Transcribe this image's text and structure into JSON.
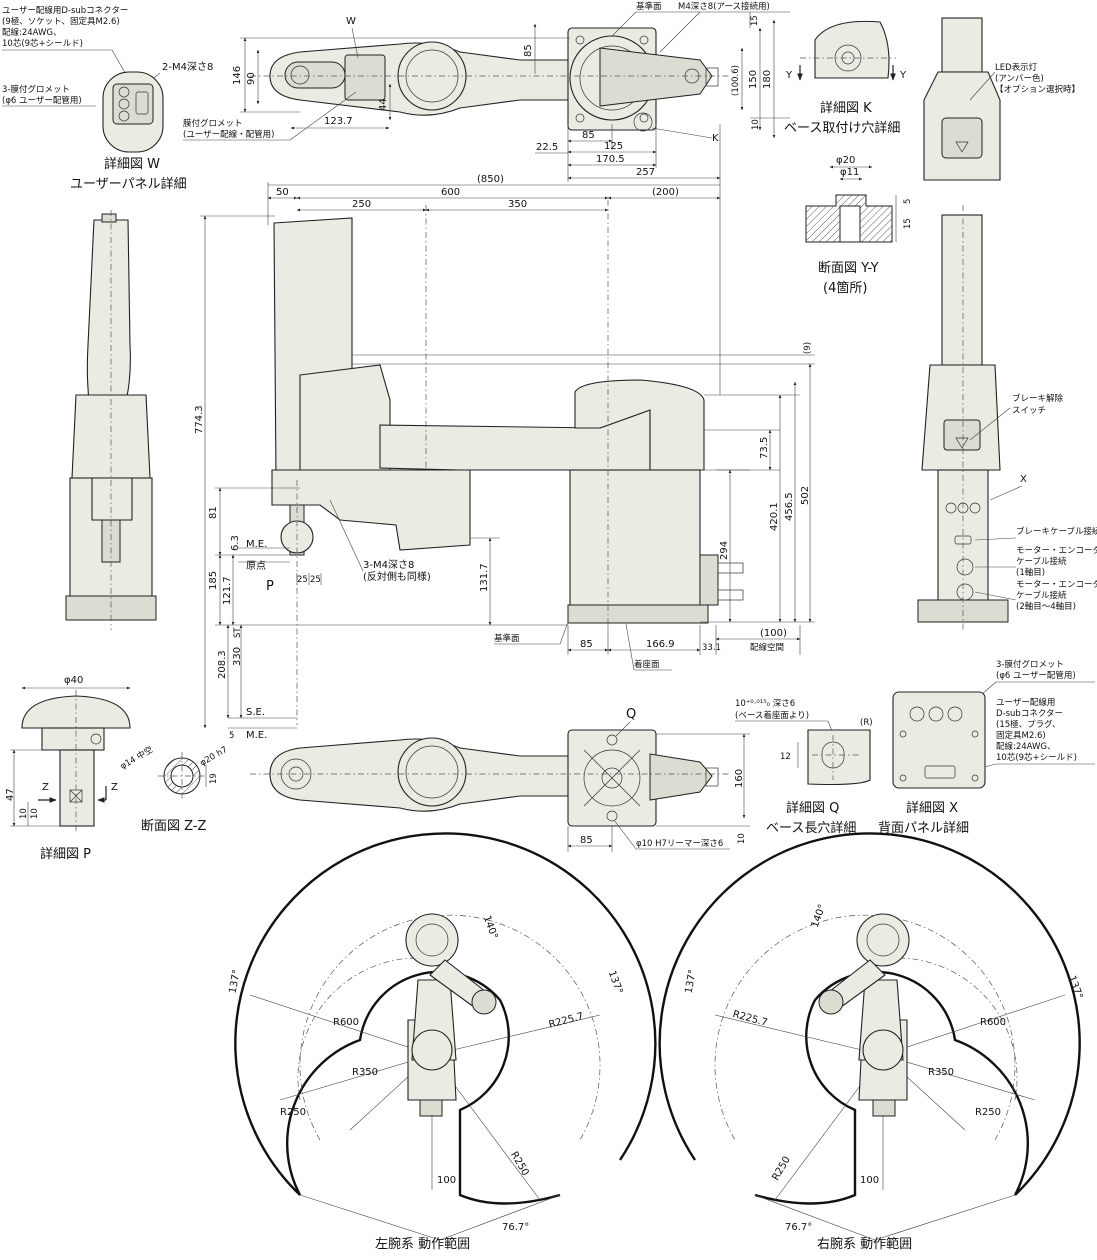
{
  "detail_w": {
    "connector_note": [
      "ユーザー配線用D-subコネクター",
      "(9極、ソケット、固定具M2.6)",
      "配線:24AWG、",
      "10芯(9芯+シールド)"
    ],
    "grommet_note": [
      "3-膜付グロメット",
      "(φ6 ユーザー配管用)"
    ],
    "title": [
      "詳細図 W",
      "ユーザーパネル詳細"
    ]
  },
  "top_view": {
    "w_label": "W",
    "k_label": "K",
    "m4_label": "2-M4深さ8",
    "grommet_label": [
      "膜付グロメット",
      "(ユーザー配線・配管用)"
    ],
    "base_label": "基準面",
    "earth_label": "M4深さ8(アース接続用)",
    "dims": {
      "d146": "146",
      "d90": "90",
      "d44": "44",
      "d123_7": "123.7",
      "d85": "85",
      "d85b": "85",
      "d125": "125",
      "d22_5": "22.5",
      "d170_5": "170.5",
      "d257": "257",
      "d15": "15",
      "d150": "150",
      "d180": "180",
      "d100_6": "(100.6)",
      "d10": "10"
    }
  },
  "detail_k": {
    "y_left": "Y",
    "y_right": "Y",
    "title": [
      "詳細図 K",
      "ベース取付け穴詳細"
    ]
  },
  "section_yy": {
    "phi20": "φ20",
    "phi11": "φ11",
    "d5": "5",
    "d15": "15",
    "title": [
      "断面図 Y-Y",
      "(4箇所)"
    ]
  },
  "rear_view": {
    "led_label": [
      "LED表示灯",
      "(アンバー色)",
      "【オプション選択時】"
    ],
    "brake_label": [
      "ブレーキ解除",
      "スイッチ"
    ],
    "x_label": "X",
    "brake_cable": "ブレーキケーブル接続",
    "motor1": [
      "モーター・エンコーダー",
      "ケーブル接続",
      "(1軸目)"
    ],
    "motor2": [
      "モーター・エンコーダー",
      "ケーブル接続",
      "(2軸目〜4軸目)"
    ]
  },
  "side_view": {
    "dims": {
      "d850": "(850)",
      "d50": "50",
      "d600": "600",
      "d200": "(200)",
      "d250": "250",
      "d350": "350",
      "d774_3": "774.3",
      "d9": "(9)",
      "d73_5": "73.5",
      "d420_1": "420.1",
      "d456_5": "456.5",
      "d502": "502",
      "d294": "294",
      "d81": "81",
      "d6_3": "6.3",
      "d185": "185",
      "d121_7": "121.7",
      "d131_7": "131.7",
      "d25a": "25",
      "d25b": "25",
      "d208_3": "208.3",
      "d330": "330",
      "d5": "5",
      "d85": "85",
      "d166_9": "166.9",
      "d33_1": "33.1",
      "d100": "(100)"
    },
    "me": "M.E.",
    "origin": "原点",
    "p_label": "P",
    "m4_note": [
      "3-M4深さ8",
      "(反対側も同様)"
    ],
    "base_face": "基準面",
    "seat_face": "着座面",
    "wiring_space": "配線空間",
    "se": "S.E.",
    "me2": "M.E.",
    "st": "ST"
  },
  "detail_p": {
    "phi40": "φ40",
    "z1": "Z",
    "z2": "Z",
    "d47": "47",
    "d10a": "10",
    "d10b": "10",
    "title": "詳細図 P"
  },
  "section_zz": {
    "phi14": "φ14 中空",
    "phi20": "φ20 h7",
    "d19": "19",
    "title": "断面図 Z-Z"
  },
  "bottom_view": {
    "q_label": "Q",
    "d160": "160",
    "d85": "85",
    "d10": "10",
    "reamer": "φ10 H7リーマー深さ6"
  },
  "detail_q": {
    "tol": "10⁺⁰·⁰¹⁵₀ 深さ6",
    "tol_note": "(ベース着座面より)",
    "r_label": "(R)",
    "d12": "12",
    "title": [
      "詳細図 Q",
      "ベース長穴詳細"
    ]
  },
  "detail_x": {
    "grommet": [
      "3-膜付グロメット",
      "(φ6 ユーザー配管用)"
    ],
    "connector": [
      "ユーザー配線用",
      "D-subコネクター",
      "(15極、プラグ、",
      "固定具M2.6)",
      "配線:24AWG、",
      "10芯(9芯+シールド)"
    ],
    "title": [
      "詳細図 X",
      "背面パネル詳細"
    ]
  },
  "range_left": {
    "title": "左腕系 動作範囲",
    "a140": "140°",
    "a137a": "137°",
    "a137b": "137°",
    "r600": "R600",
    "r225": "R225.7",
    "r350": "R350",
    "r250": "R250",
    "r250b": "R250",
    "d100": "100",
    "a76": "76.7°"
  },
  "range_right": {
    "title": "右腕系 動作範囲",
    "a140": "140°",
    "a137a": "137°",
    "a137b": "137°",
    "r600": "R600",
    "r225": "R225.7",
    "r350": "R350",
    "r250": "R250",
    "r250b": "R250",
    "d100": "100",
    "a76": "76.7°"
  }
}
